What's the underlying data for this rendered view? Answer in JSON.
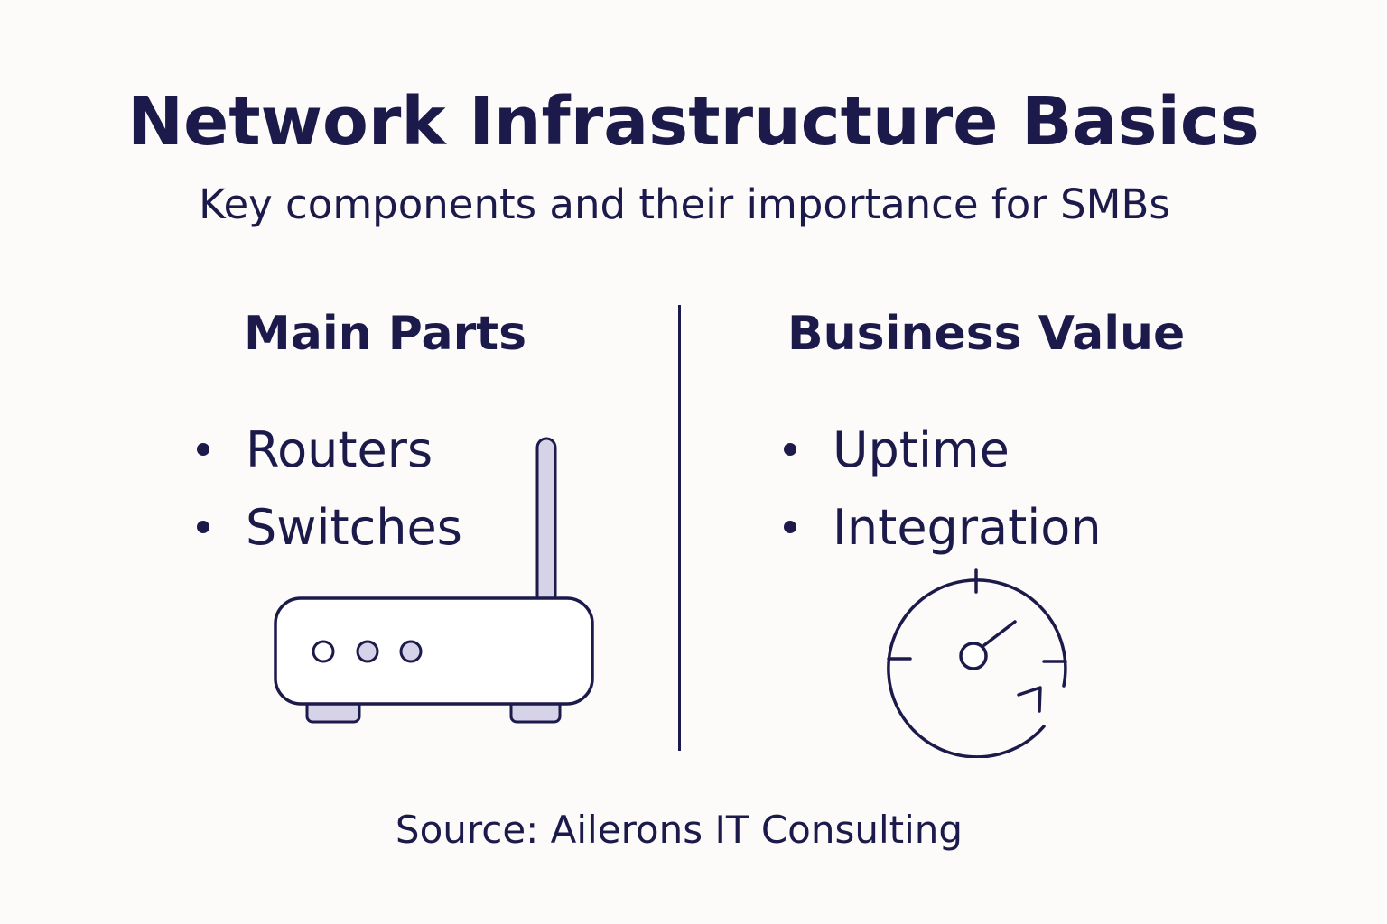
{
  "header": {
    "title": "Network Infrastructure Basics",
    "subtitle": "Key components and their importance for SMBs"
  },
  "left_column": {
    "heading": "Main Parts",
    "items": [
      "Routers",
      "Switches"
    ],
    "icon": "router-icon"
  },
  "right_column": {
    "heading": "Business Value",
    "items": [
      "Uptime",
      "Integration"
    ],
    "icon": "uptime-gauge-icon"
  },
  "footer": {
    "source": "Source: Ailerons IT Consulting"
  },
  "colors": {
    "ink": "#1c1a4a",
    "accent_fill": "#d6d3e8",
    "background": "#fcfbf9"
  }
}
